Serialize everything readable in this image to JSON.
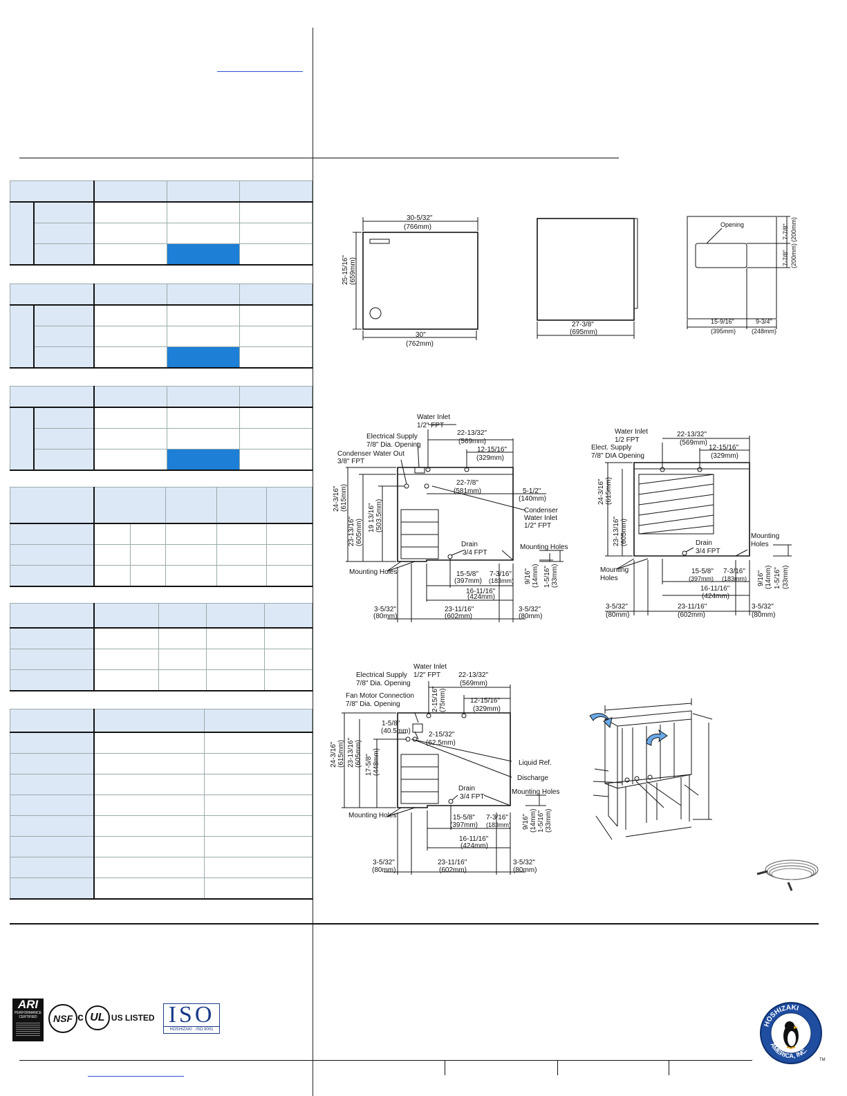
{
  "front_view": {
    "width_top": "30-5/32\"",
    "width_top_mm": "(766mm)",
    "height": "25-15/16\"",
    "height_mm": "(659mm)",
    "width_bottom": "30\"",
    "width_bottom_mm": "(762mm)"
  },
  "side_view": {
    "depth": "27-3/8\"",
    "depth_mm": "(695mm)"
  },
  "top_view": {
    "opening_label": "Opening",
    "dim_a": "7-7/8\"",
    "dim_a_mm": "(200mm)",
    "dim_b": "7-7/8\"",
    "dim_b_mm": "(200mm)",
    "dim_c": "15-9/16\"",
    "dim_c_mm": "(395mm)",
    "dim_d": "9-3/4\"",
    "dim_d_mm": "(248mm)"
  },
  "rear_air": {
    "water_inlet": "Water Inlet",
    "water_inlet_size": "1/2\" FPT",
    "electrical": "Electrical Supply",
    "electrical_size": "7/8\" Dia. Opening",
    "condenser_out": "Condenser Water Out",
    "condenser_out_size": "3/8\" FPT",
    "d_22_13": "22-13/32\"",
    "d_22_13_mm": "(569mm)",
    "d_12_15": "12-15/16\"",
    "d_12_15_mm": "(329mm)",
    "d_22_7": "22-7/8\"",
    "d_22_7_mm": "(581mm)",
    "d_5_1": "5-1/2\"",
    "d_5_1_mm": "(140mm)",
    "cond_in": "Condenser",
    "cond_in2": "Water Inlet",
    "cond_in3": "1/2\" FPT",
    "d_24_3": "24-3/16\"",
    "d_24_3_mm": "(615mm)",
    "d_23_13": "23-13/16\"",
    "d_23_13_mm": "(605mm)",
    "d_19_13": "19 13/16\"",
    "d_19_13_mm": "(503.5mm)",
    "drain": "Drain",
    "drain_size": "3/4 FPT",
    "mounting_holes": "Mounting Holes",
    "mounting_holes_left": "Mounting Holes",
    "d_15_5": "15-5/8\"",
    "d_15_5_mm": "(397mm)",
    "d_7_3": "7-3/16\"",
    "d_7_3_mm": "(183mm)",
    "d_9_16": "9/16\"",
    "d_9_16_mm": "(14mm)",
    "d_1_5": "1-5/16\"",
    "d_1_5_mm": "(33mm)",
    "d_16_11": "16-11/16\"",
    "d_16_11_mm": "(424mm)",
    "d_3_5a": "3-5/32\"",
    "d_3_5a_mm": "(80mm)",
    "d_23_11": "23-11/16\"",
    "d_23_11_mm": "(602mm)",
    "d_3_5b": "3-5/32\"",
    "d_3_5b_mm": "(80mm)"
  },
  "rear_water": {
    "water_inlet": "Water Inlet",
    "water_inlet_size": "1/2 FPT",
    "elect": "Elect. Supply",
    "elect_size": "7/8\" DIA Opening",
    "d_22_13": "22-13/32\"",
    "d_22_13_mm": "(569mm)",
    "d_12_15": "12-15/16\"",
    "d_12_15_mm": "(329mm)",
    "d_24_3": "24-3/16\"",
    "d_24_3_mm": "(615mm)",
    "d_23_13": "23-13/16\"",
    "d_23_13_mm": "(605mm)",
    "drain": "Drain",
    "drain_size": "3/4 FPT",
    "mounting": "Mounting",
    "holes": "Holes",
    "mounting_r": "Mounting",
    "holes_r": "Holes",
    "d_15_5": "15-5/8\"",
    "d_15_5_mm": "(397mm)",
    "d_7_3": "7-3/16\"",
    "d_7_3_mm": "(183mm)",
    "d_9_16": "9/16\"",
    "d_9_16_mm": "(14mm)",
    "d_1_5": "1-5/16\"",
    "d_1_5_mm": "(33mm)",
    "d_16_11": "16-11/16\"",
    "d_16_11_mm": "(424mm)",
    "d_3_5a": "3-5/32\"",
    "d_3_5a_mm": "(80mm)",
    "d_23_11": "23-11/16\"",
    "d_23_11_mm": "(602mm)",
    "d_3_5b": "3-5/32\"",
    "d_3_5b_mm": "(80mm)"
  },
  "rear_remote": {
    "electrical": "Electrical Supply",
    "electrical_size": "7/8\" Dia. Opening",
    "water_inlet": "Water Inlet",
    "water_inlet_size": "1/2\" FPT",
    "fan": "Fan Motor Connection",
    "fan_size": "7/8\" Dia. Opening",
    "d_22_13": "22-13/32\"",
    "d_22_13_mm": "(569mm)",
    "d_2_15": "2-15/16\"",
    "d_2_15_mm": "(75mm)",
    "d_12_15": "12-15/16\"",
    "d_12_15_mm": "(329mm)",
    "d_1_5_8": "1-5/8\"",
    "d_1_5_8_mm": "(40.5mm)",
    "d_2_15_32": "2-15/32\"",
    "d_2_15_32_mm": "(62.5mm)",
    "d_24_3": "24-3/16\"",
    "d_24_3_mm": "(615mm)",
    "d_23_13": "23-13/16\"",
    "d_23_13_mm": "(605mm)",
    "d_17_5": "17-5/8\"",
    "d_17_5_mm": "(448mm)",
    "liquid": "Liquid Ref.",
    "discharge": "Discharge",
    "drain": "Drain",
    "drain_size": "3/4 FPT",
    "mounting_holes_r": "Mounting Holes",
    "mounting_holes_l": "Mounting Holes",
    "d_15_5": "15-5/8\"",
    "d_15_5_mm": "(397mm)",
    "d_7_3": "7-3/16\"",
    "d_7_3_mm": "(183mm)",
    "d_9_16": "9/16\"",
    "d_9_16_mm": "(14mm)",
    "d_1_5": "1-5/16\"",
    "d_1_5_mm": "(33mm)",
    "d_16_11": "16-11/16\"",
    "d_16_11_mm": "(424mm)",
    "d_3_5a": "3-5/32\"",
    "d_3_5a_mm": "(80mm)",
    "d_23_11": "23-11/16\"",
    "d_23_11_mm": "(602mm)",
    "d_3_5b": "3-5/32\"",
    "d_3_5b_mm": "(80mm)"
  },
  "certs": {
    "ari_line1": "ARI",
    "ari_line2": "PERFORMANCE",
    "ari_line3": "CERTIFIED",
    "nsf": "NSF",
    "ul_c": "c",
    "ul_mark": "UL",
    "ul_us": "US LISTED",
    "iso": "ISO",
    "iso_sub": "HOSHIZAKI · ISO 9001"
  },
  "logo": {
    "top_text": "HOSHIZAKI",
    "bottom_text": "AMERICA, INC.",
    "tm": "TM"
  },
  "colors": {
    "highlight": "#1d7fd6",
    "table_header": "#dde8f6",
    "link": "#2a4fd6"
  }
}
